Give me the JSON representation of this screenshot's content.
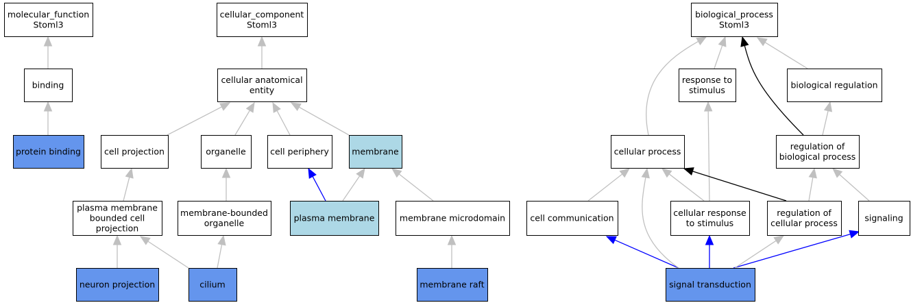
{
  "colors": {
    "plain_fill": "#ffffff",
    "light_fill": "#add8e6",
    "dark_fill": "#6495ed",
    "gray_edge": "#c0c0c0",
    "black_edge": "#000000",
    "blue_edge": "#0000ff"
  },
  "nodes": [
    {
      "id": "mf",
      "lines": [
        "molecular_function",
        "Stoml3"
      ],
      "style": "plain"
    },
    {
      "id": "binding",
      "lines": [
        "binding"
      ],
      "style": "plain"
    },
    {
      "id": "protein_binding",
      "lines": [
        "protein binding"
      ],
      "style": "dark"
    },
    {
      "id": "cc",
      "lines": [
        "cellular_component",
        "Stoml3"
      ],
      "style": "plain"
    },
    {
      "id": "cae",
      "lines": [
        "cellular anatomical",
        "entity"
      ],
      "style": "plain"
    },
    {
      "id": "cell_projection",
      "lines": [
        "cell projection"
      ],
      "style": "plain"
    },
    {
      "id": "organelle",
      "lines": [
        "organelle"
      ],
      "style": "plain"
    },
    {
      "id": "cell_periphery",
      "lines": [
        "cell periphery"
      ],
      "style": "plain"
    },
    {
      "id": "membrane",
      "lines": [
        "membrane"
      ],
      "style": "light"
    },
    {
      "id": "pmbcp",
      "lines": [
        "plasma membrane",
        "bounded cell",
        "projection"
      ],
      "style": "plain"
    },
    {
      "id": "mbo",
      "lines": [
        "membrane-bounded",
        "organelle"
      ],
      "style": "plain"
    },
    {
      "id": "plasma_membrane",
      "lines": [
        "plasma membrane"
      ],
      "style": "light"
    },
    {
      "id": "membrane_microdomain",
      "lines": [
        "membrane microdomain"
      ],
      "style": "plain"
    },
    {
      "id": "neuron_projection",
      "lines": [
        "neuron projection"
      ],
      "style": "dark"
    },
    {
      "id": "cilium",
      "lines": [
        "cilium"
      ],
      "style": "dark"
    },
    {
      "id": "membrane_raft",
      "lines": [
        "membrane raft"
      ],
      "style": "dark"
    },
    {
      "id": "bp",
      "lines": [
        "biological_process",
        "Stoml3"
      ],
      "style": "plain"
    },
    {
      "id": "rts",
      "lines": [
        "response to",
        "stimulus"
      ],
      "style": "plain"
    },
    {
      "id": "bio_reg",
      "lines": [
        "biological regulation"
      ],
      "style": "plain"
    },
    {
      "id": "cellular_process",
      "lines": [
        "cellular process"
      ],
      "style": "plain"
    },
    {
      "id": "rbp",
      "lines": [
        "regulation of",
        "biological process"
      ],
      "style": "plain"
    },
    {
      "id": "cell_comm",
      "lines": [
        "cell communication"
      ],
      "style": "plain"
    },
    {
      "id": "crts",
      "lines": [
        "cellular response",
        "to stimulus"
      ],
      "style": "plain"
    },
    {
      "id": "rcp",
      "lines": [
        "regulation of",
        "cellular process"
      ],
      "style": "plain"
    },
    {
      "id": "signaling",
      "lines": [
        "signaling"
      ],
      "style": "plain"
    },
    {
      "id": "signal_transduction",
      "lines": [
        "signal transduction"
      ],
      "style": "dark"
    }
  ],
  "edges": [
    {
      "from": "binding",
      "to": "mf",
      "color": "gray"
    },
    {
      "from": "protein_binding",
      "to": "binding",
      "color": "gray"
    },
    {
      "from": "cae",
      "to": "cc",
      "color": "gray"
    },
    {
      "from": "cell_projection",
      "to": "cae",
      "color": "gray"
    },
    {
      "from": "organelle",
      "to": "cae",
      "color": "gray"
    },
    {
      "from": "cell_periphery",
      "to": "cae",
      "color": "gray"
    },
    {
      "from": "membrane",
      "to": "cae",
      "color": "gray"
    },
    {
      "from": "pmbcp",
      "to": "cell_projection",
      "color": "gray"
    },
    {
      "from": "mbo",
      "to": "organelle",
      "color": "gray"
    },
    {
      "from": "plasma_membrane",
      "to": "cell_periphery",
      "color": "blue"
    },
    {
      "from": "plasma_membrane",
      "to": "membrane",
      "color": "gray"
    },
    {
      "from": "membrane_microdomain",
      "to": "membrane",
      "color": "gray"
    },
    {
      "from": "neuron_projection",
      "to": "pmbcp",
      "color": "gray"
    },
    {
      "from": "cilium",
      "to": "pmbcp",
      "color": "gray"
    },
    {
      "from": "cilium",
      "to": "mbo",
      "color": "gray"
    },
    {
      "from": "membrane_raft",
      "to": "membrane_microdomain",
      "color": "gray"
    },
    {
      "from": "rts",
      "to": "bp",
      "color": "gray"
    },
    {
      "from": "bio_reg",
      "to": "bp",
      "color": "gray"
    },
    {
      "from": "cellular_process",
      "to": "bp",
      "color": "gray"
    },
    {
      "from": "rbp",
      "to": "bp",
      "color": "black"
    },
    {
      "from": "rbp",
      "to": "bio_reg",
      "color": "gray"
    },
    {
      "from": "cell_comm",
      "to": "cellular_process",
      "color": "gray"
    },
    {
      "from": "crts",
      "to": "cellular_process",
      "color": "gray"
    },
    {
      "from": "crts",
      "to": "rts",
      "color": "gray"
    },
    {
      "from": "rcp",
      "to": "cellular_process",
      "color": "black"
    },
    {
      "from": "rcp",
      "to": "rbp",
      "color": "gray"
    },
    {
      "from": "signaling",
      "to": "rbp",
      "color": "gray"
    },
    {
      "from": "signal_transduction",
      "to": "cell_comm",
      "color": "blue"
    },
    {
      "from": "signal_transduction",
      "to": "crts",
      "color": "blue"
    },
    {
      "from": "signal_transduction",
      "to": "signaling",
      "color": "blue"
    },
    {
      "from": "signal_transduction",
      "to": "rcp",
      "color": "gray"
    },
    {
      "from": "signal_transduction",
      "to": "cellular_process",
      "color": "gray"
    }
  ]
}
